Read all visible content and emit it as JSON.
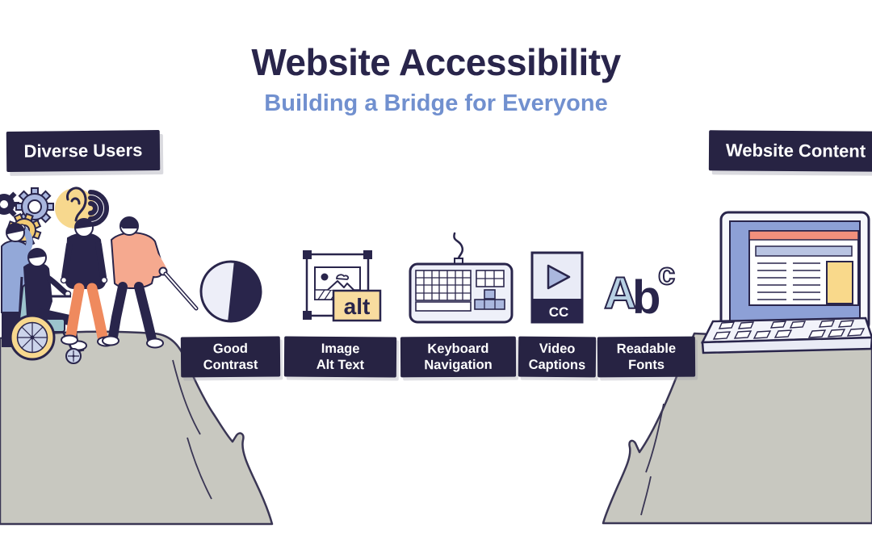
{
  "header": {
    "title": "Website Accessibility",
    "subtitle": "Building a Bridge for Everyone"
  },
  "badges": {
    "left": "Diverse Users",
    "right": "Website Content"
  },
  "bridge": {
    "blocks": [
      {
        "line1": "Good",
        "line2": "Contrast",
        "icon": "contrast-circle-icon"
      },
      {
        "line1": "Image",
        "line2": "Alt Text",
        "icon": "image-alt-icon"
      },
      {
        "line1": "Keyboard",
        "line2": "Navigation",
        "icon": "keyboard-icon"
      },
      {
        "line1": "Video",
        "line2": "Captions",
        "icon": "video-captions-icon"
      },
      {
        "line1": "Readable",
        "line2": "Fonts",
        "icon": "readable-fonts-icon"
      }
    ]
  },
  "icon_labels": {
    "alt_tag": "alt",
    "closed_captions": "CC",
    "letter_a": "A",
    "letter_b": "b",
    "letter_c": "c"
  },
  "colors": {
    "navy": "#29254b",
    "badge_bg": "#272343",
    "subtitle_blue": "#7190cf",
    "lavender": "#a9b6de",
    "light_lavender": "#e9ecf7",
    "coral": "#f5a98f",
    "orange": "#ef8a5e",
    "yellow": "#f7d88e",
    "cliff_gray": "#c8c8c0",
    "wheelchair_teal": "#9cc4cd",
    "laptop_screen_blue": "#8da0d6",
    "browser_topbar_coral": "#f2907c",
    "website_image_yellow": "#f9d98b"
  }
}
